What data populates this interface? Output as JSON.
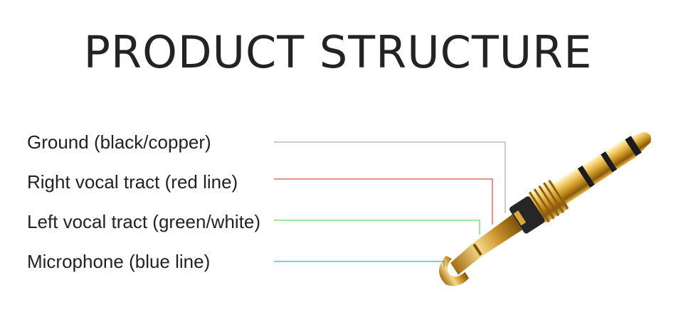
{
  "title": "PRODUCT STRUCTURE",
  "labels": [
    {
      "text": "Ground (black/copper)",
      "color": "#9a9a9a"
    },
    {
      "text": "Right vocal tract (red line)",
      "color": "#e01f1f"
    },
    {
      "text": "Left vocal tract (green/white)",
      "color": "#3ecf3e"
    },
    {
      "text": "Microphone (blue line)",
      "color": "#2f84c9"
    }
  ],
  "connector_image": "gold-plated-trrs-3.5mm-plug"
}
